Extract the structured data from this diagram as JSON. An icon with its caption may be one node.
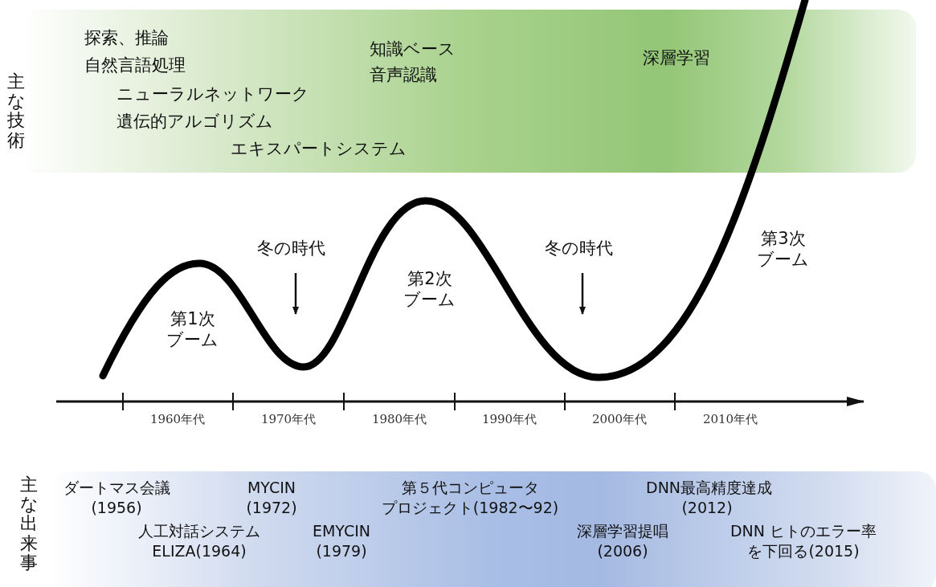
{
  "diagram": {
    "nodes": [
      {
        "text": [
          "主な技術",
          "探索、推論",
          "自然言語処理",
          "ニューラルネットワーク",
          "遺伝的アルゴリズム",
          "エキスパートシステム",
          "知識ベース",
          "音声認識",
          "深層学習"
        ]
      },
      {
        "text": [
          "主な出来事",
          "ダートマス会議 (1956)",
          "MYCIN (1972)",
          "人工対話システム ELIZA(1964)",
          "EMYCIN (1979)",
          "第５代コンピュータプロジェクト(1982〜92)",
          "深層学習提唱 (2006)",
          "DNN最高精度達成 (2012)",
          "DNN ヒトのエラー率を下回る(2015)"
        ]
      }
    ],
    "labels": [
      "冬の時代",
      "冬の時代",
      "第1次ブーム",
      "第2次ブーム",
      "第3次ブーム",
      "1960年代",
      "1970年代",
      "1980年代",
      "1990年代",
      "2000年代",
      "2010年代"
    ]
  }
}
